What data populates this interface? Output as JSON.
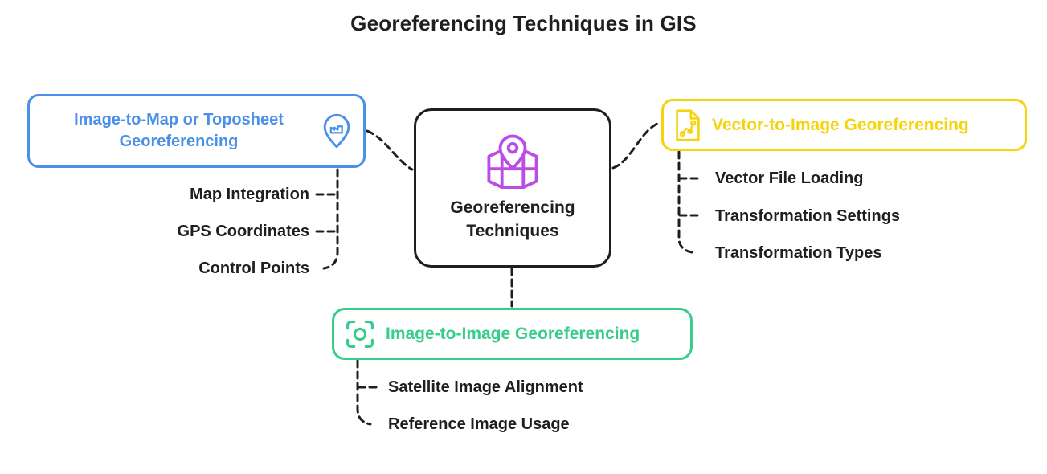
{
  "title": "Georeferencing Techniques in GIS",
  "colors": {
    "ink": "#1f1f1f",
    "blue": "#4a90e8",
    "yellow": "#f5d40e",
    "green": "#38cd8c",
    "purple": "#bb4ce6"
  },
  "center": {
    "label": "Georeferencing\nTechniques",
    "icon": "map-with-pin-icon",
    "border_color": "#1f1f1f",
    "icon_color": "#bb4ce6"
  },
  "branches": [
    {
      "label": "Image-to-Map or Toposheet Georeferencing",
      "color": "#4a90e8",
      "icon": "map-pin-marker-icon",
      "children": [
        "Map Integration",
        "GPS Coordinates",
        "Control Points"
      ]
    },
    {
      "label": "Vector-to-Image Georeferencing",
      "color": "#f5d40e",
      "icon": "vector-file-icon",
      "children": [
        "Vector File Loading",
        "Transformation Settings",
        "Transformation Types"
      ]
    },
    {
      "label": "Image-to-Image Georeferencing",
      "color": "#38cd8c",
      "icon": "focus-frame-icon",
      "children": [
        "Satellite Image Alignment",
        "Reference Image Usage"
      ]
    }
  ]
}
